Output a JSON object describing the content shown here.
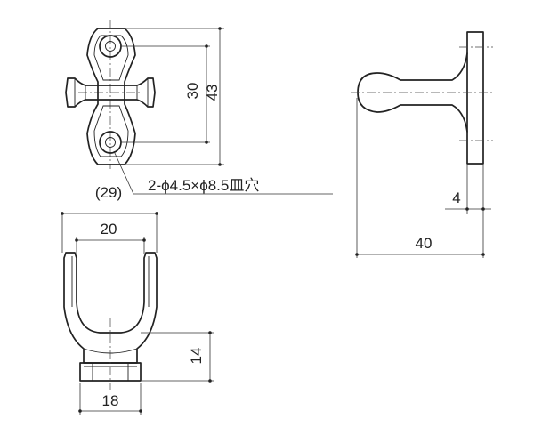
{
  "dimensions": {
    "hole_pitch": "30",
    "overall_height": "43",
    "hole_spec": "2-ϕ4.5×ϕ8.5皿穴",
    "outer_width": "(29)",
    "inner_width": "20",
    "base_height": "14",
    "base_width": "18",
    "plate_thickness": "4",
    "projection": "40"
  }
}
